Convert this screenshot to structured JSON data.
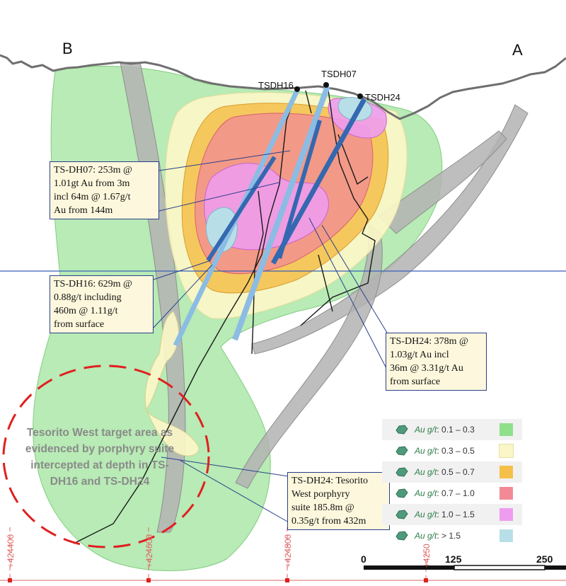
{
  "section": {
    "end_left": "B",
    "end_right": "A",
    "drill_holes": [
      {
        "name": "TSDH16",
        "color": "#8bbce4"
      },
      {
        "name": "TSDH07",
        "color": "#8bbce4"
      },
      {
        "name": "TSDH24",
        "color": "#3468b0"
      }
    ]
  },
  "callouts": [
    {
      "id": "ts-dh07",
      "lines": [
        "TS-DH07: 253m @",
        "1.01gt Au from 3m",
        "incl 64m @ 1.67g/t",
        "Au from 144m"
      ]
    },
    {
      "id": "ts-dh16",
      "lines": [
        "TS-DH16: 629m @",
        "0.88g/t including",
        "460m @ 1.11g/t",
        "from surface"
      ]
    },
    {
      "id": "ts-dh24-a",
      "lines": [
        "TS-DH24: 378m @",
        "1.03g/t Au incl",
        "36m @ 3.31g/t Au",
        "from surface"
      ]
    },
    {
      "id": "ts-dh24-b",
      "lines": [
        "TS-DH24: Tesorito",
        "West porphyry",
        "suite 185.8m @",
        "0.35g/t from 432m"
      ]
    }
  ],
  "target_area": {
    "text": "Tesorito West target area as evidenced by porphyry suite intercepted at depth in TS-DH16 and TS-DH24",
    "outline_color": "#e02020"
  },
  "legend": {
    "prefix": "Au g/t",
    "icon": "gem-icon",
    "items": [
      {
        "range": "0.1 – 0.3",
        "color": "#8fe08a"
      },
      {
        "range": "0.3 – 0.5",
        "color": "#fbf6c8"
      },
      {
        "range": "0.5 – 0.7",
        "color": "#f5c04a"
      },
      {
        "range": "0.7 – 1.0",
        "color": "#f28a96"
      },
      {
        "range": "1.0 – 1.5",
        "color": "#ee9cf0"
      },
      {
        "range": "> 1.5",
        "color": "#b8dfe8"
      }
    ]
  },
  "eastings": [
    "+424400",
    "+424600",
    "+424800",
    "+4250"
  ],
  "scale_bar": {
    "labels": [
      "0",
      "125",
      "250"
    ]
  }
}
